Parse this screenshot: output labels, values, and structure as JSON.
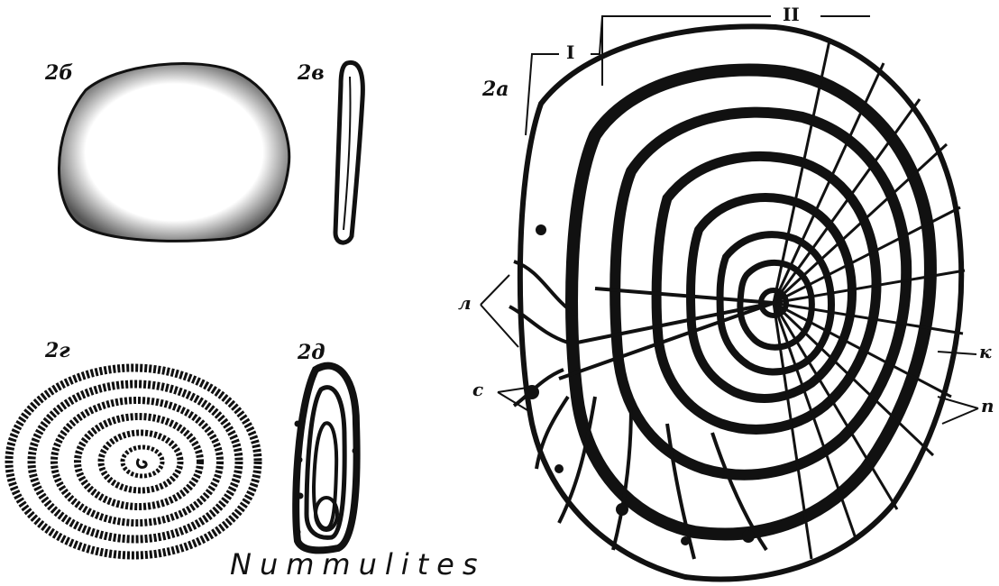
{
  "figure": {
    "caption": "Nummulites",
    "panels": {
      "b": "2б",
      "v": "2в",
      "g": "2г",
      "d": "2д",
      "a": "2а"
    },
    "brackets": {
      "one": "I",
      "two": "II"
    },
    "callouts": {
      "l": "л",
      "s": "с",
      "k": "к",
      "p": "п"
    }
  }
}
